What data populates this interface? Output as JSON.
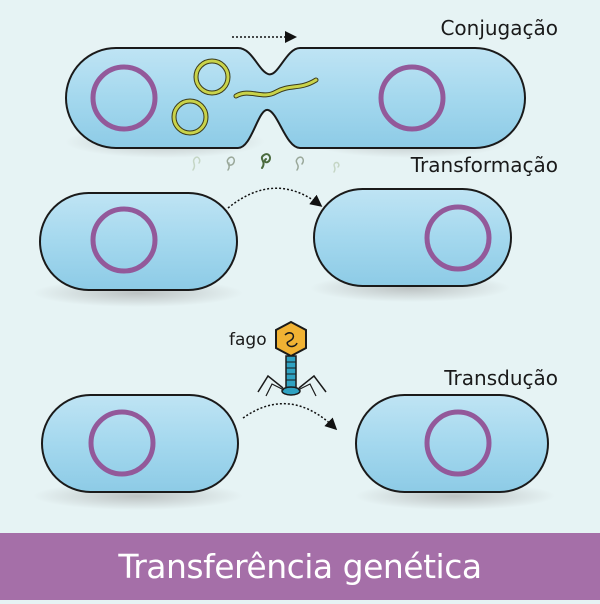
{
  "labels": {
    "conjugation": "Conjugação",
    "transformation": "Transformação",
    "transduction": "Transdução",
    "phage": "fago"
  },
  "footer": {
    "title": "Transferência genética"
  },
  "colors": {
    "background": "#e6f3f4",
    "cell_fill": "#a6d8ee",
    "cell_stroke": "#1a1a1a",
    "nucleoid": "#93599a",
    "plasmid": "#c9d34a",
    "footer_band": "#a56fa8",
    "phage_head": "#f1b233",
    "phage_tail": "#2fa2c2"
  },
  "icons": [
    "arrow-icon",
    "plasmid-icon",
    "dna-fragment-icon",
    "phage-icon"
  ]
}
